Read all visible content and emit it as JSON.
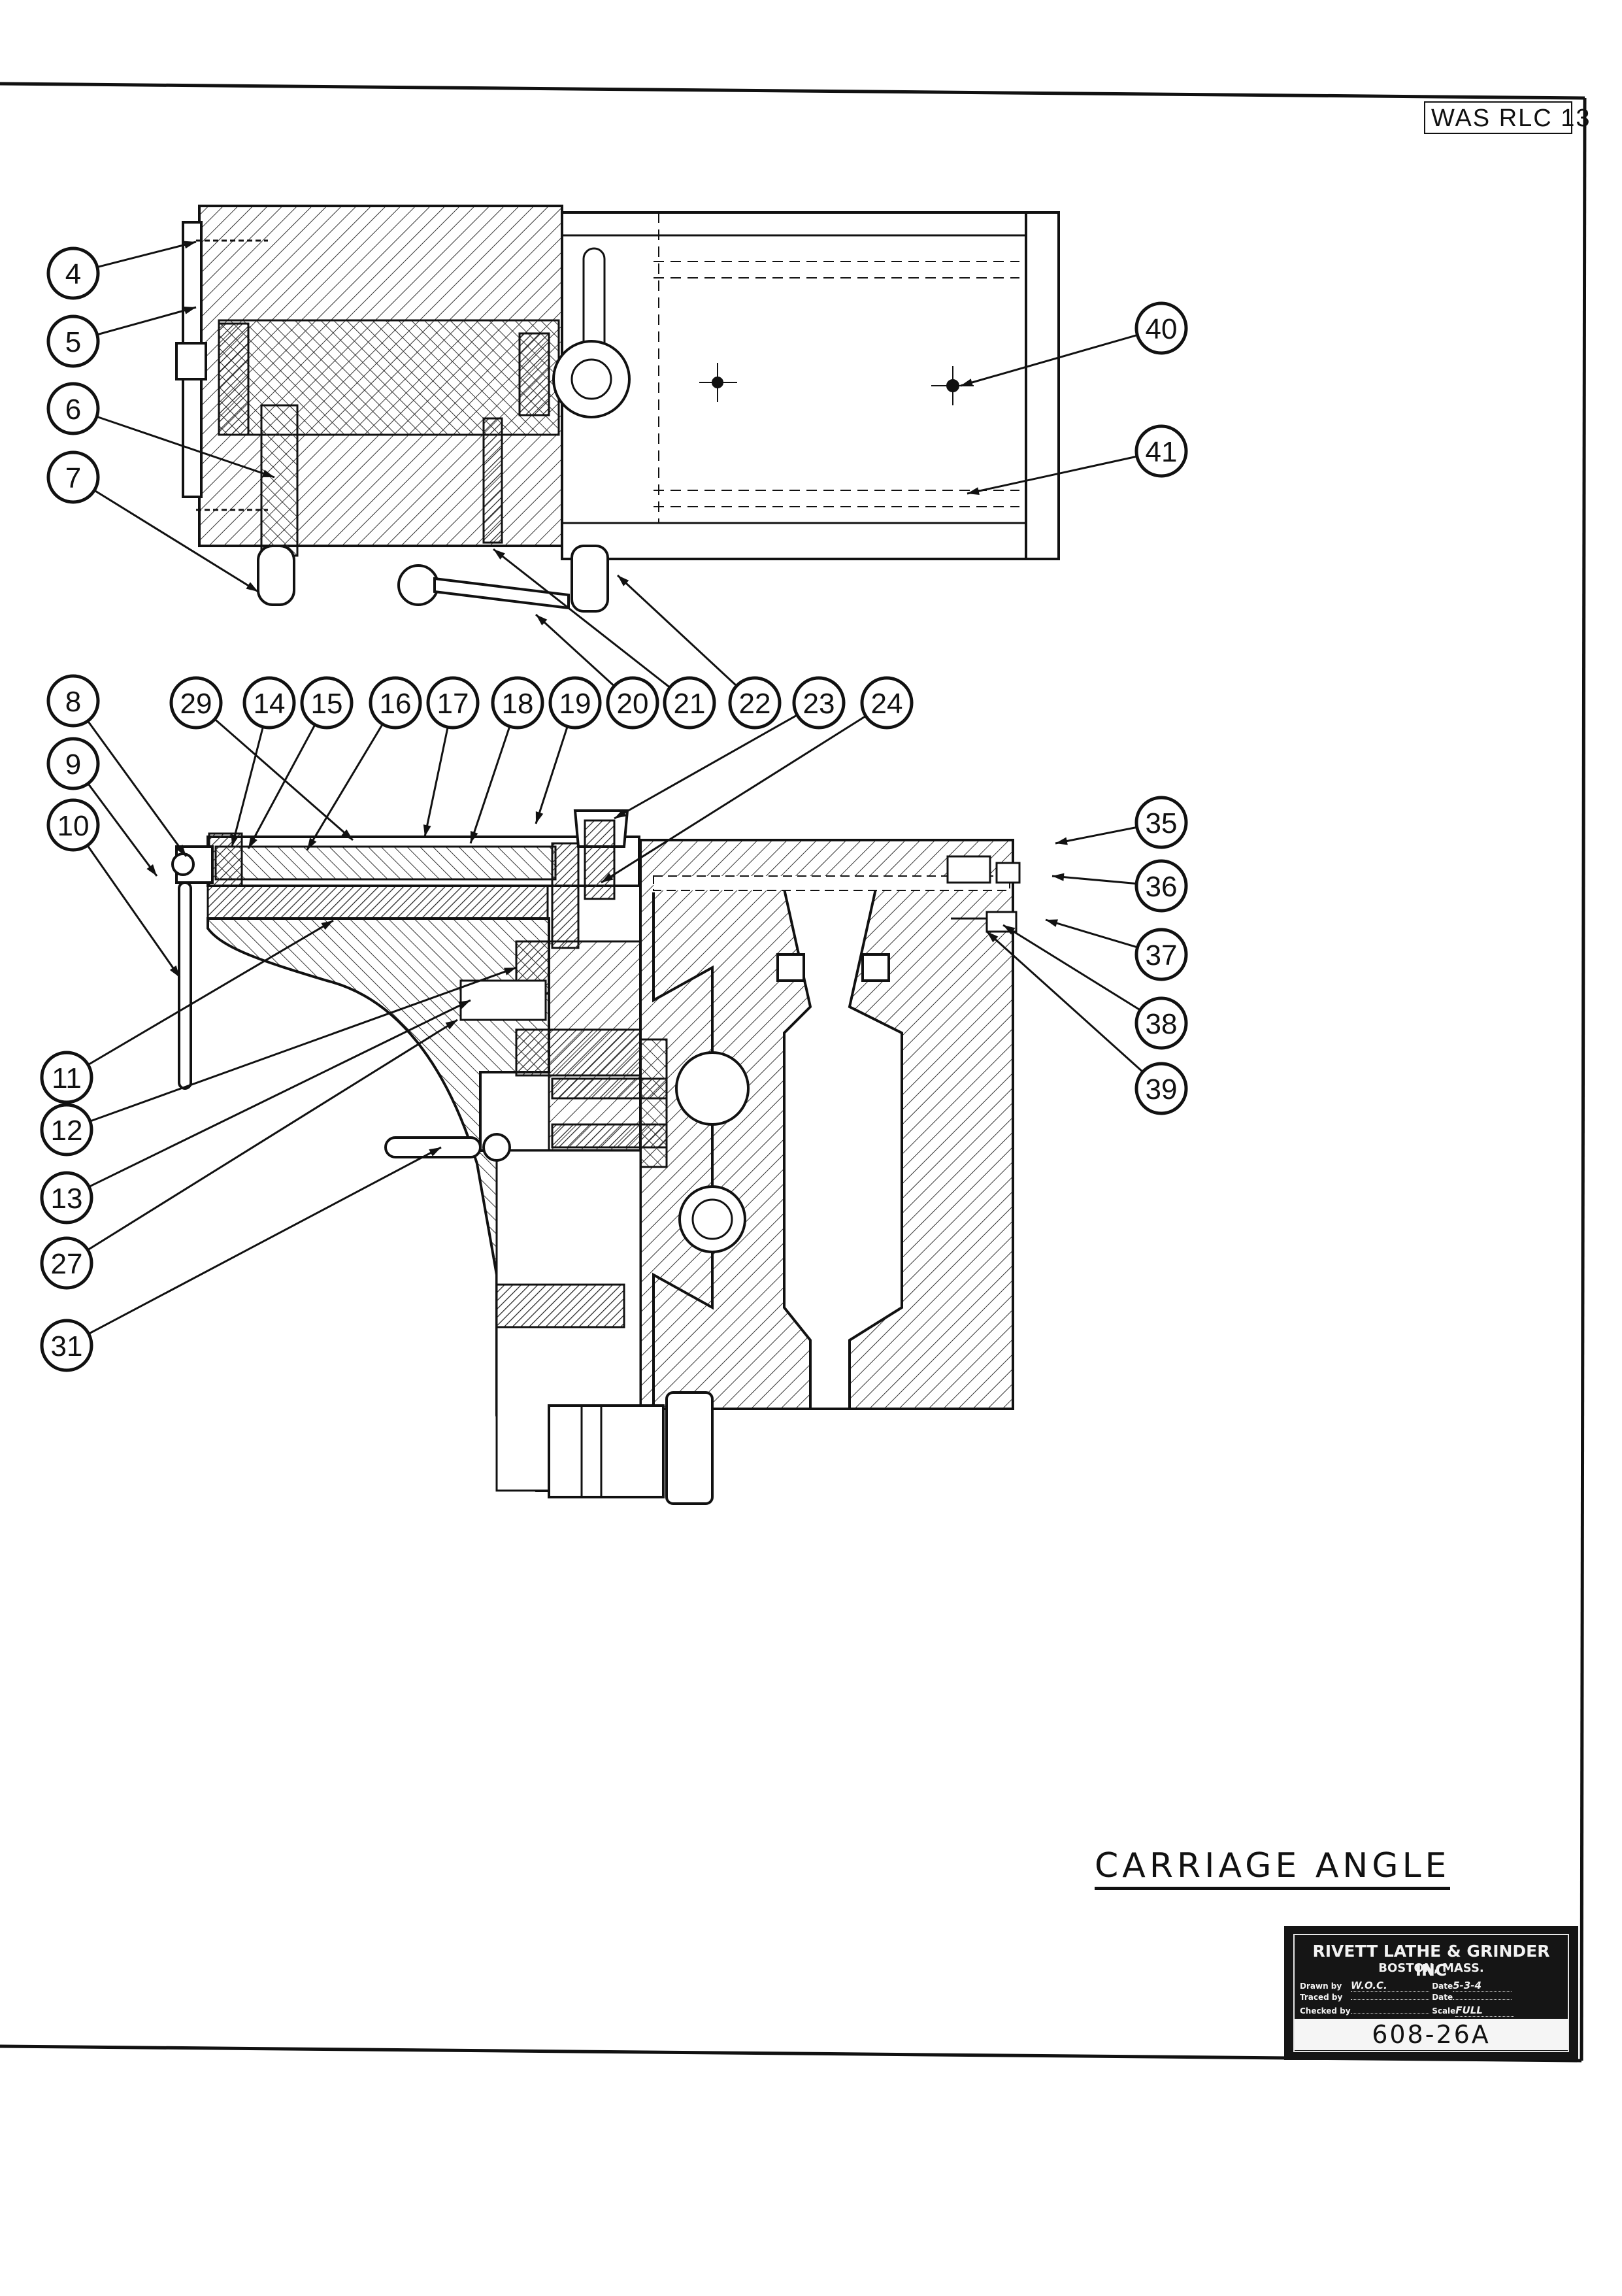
{
  "header": {
    "reference": "WAS RLC 13"
  },
  "drawing": {
    "title": "CARRIAGE ANGLE",
    "callouts": [
      "4",
      "5",
      "6",
      "7",
      "8",
      "9",
      "10",
      "11",
      "12",
      "13",
      "14",
      "15",
      "16",
      "17",
      "18",
      "19",
      "20",
      "21",
      "22",
      "23",
      "24",
      "27",
      "29",
      "31",
      "35",
      "36",
      "37",
      "38",
      "39",
      "40",
      "41"
    ]
  },
  "title_block": {
    "company": "RIVETT LATHE & GRINDER INC",
    "city": "BOSTON, MASS.",
    "drawn_label": "Drawn by",
    "drawn_value": "W.O.C.",
    "date_label": "Date",
    "date_value": "5-3-4",
    "traced_label": "Traced by",
    "traced_value": "",
    "traced_date_label": "Date",
    "traced_date_value": "",
    "checked_label": "Checked by",
    "checked_value": "",
    "scale_label": "Scale",
    "scale_value": "FULL",
    "drawing_number": "608-26A"
  }
}
